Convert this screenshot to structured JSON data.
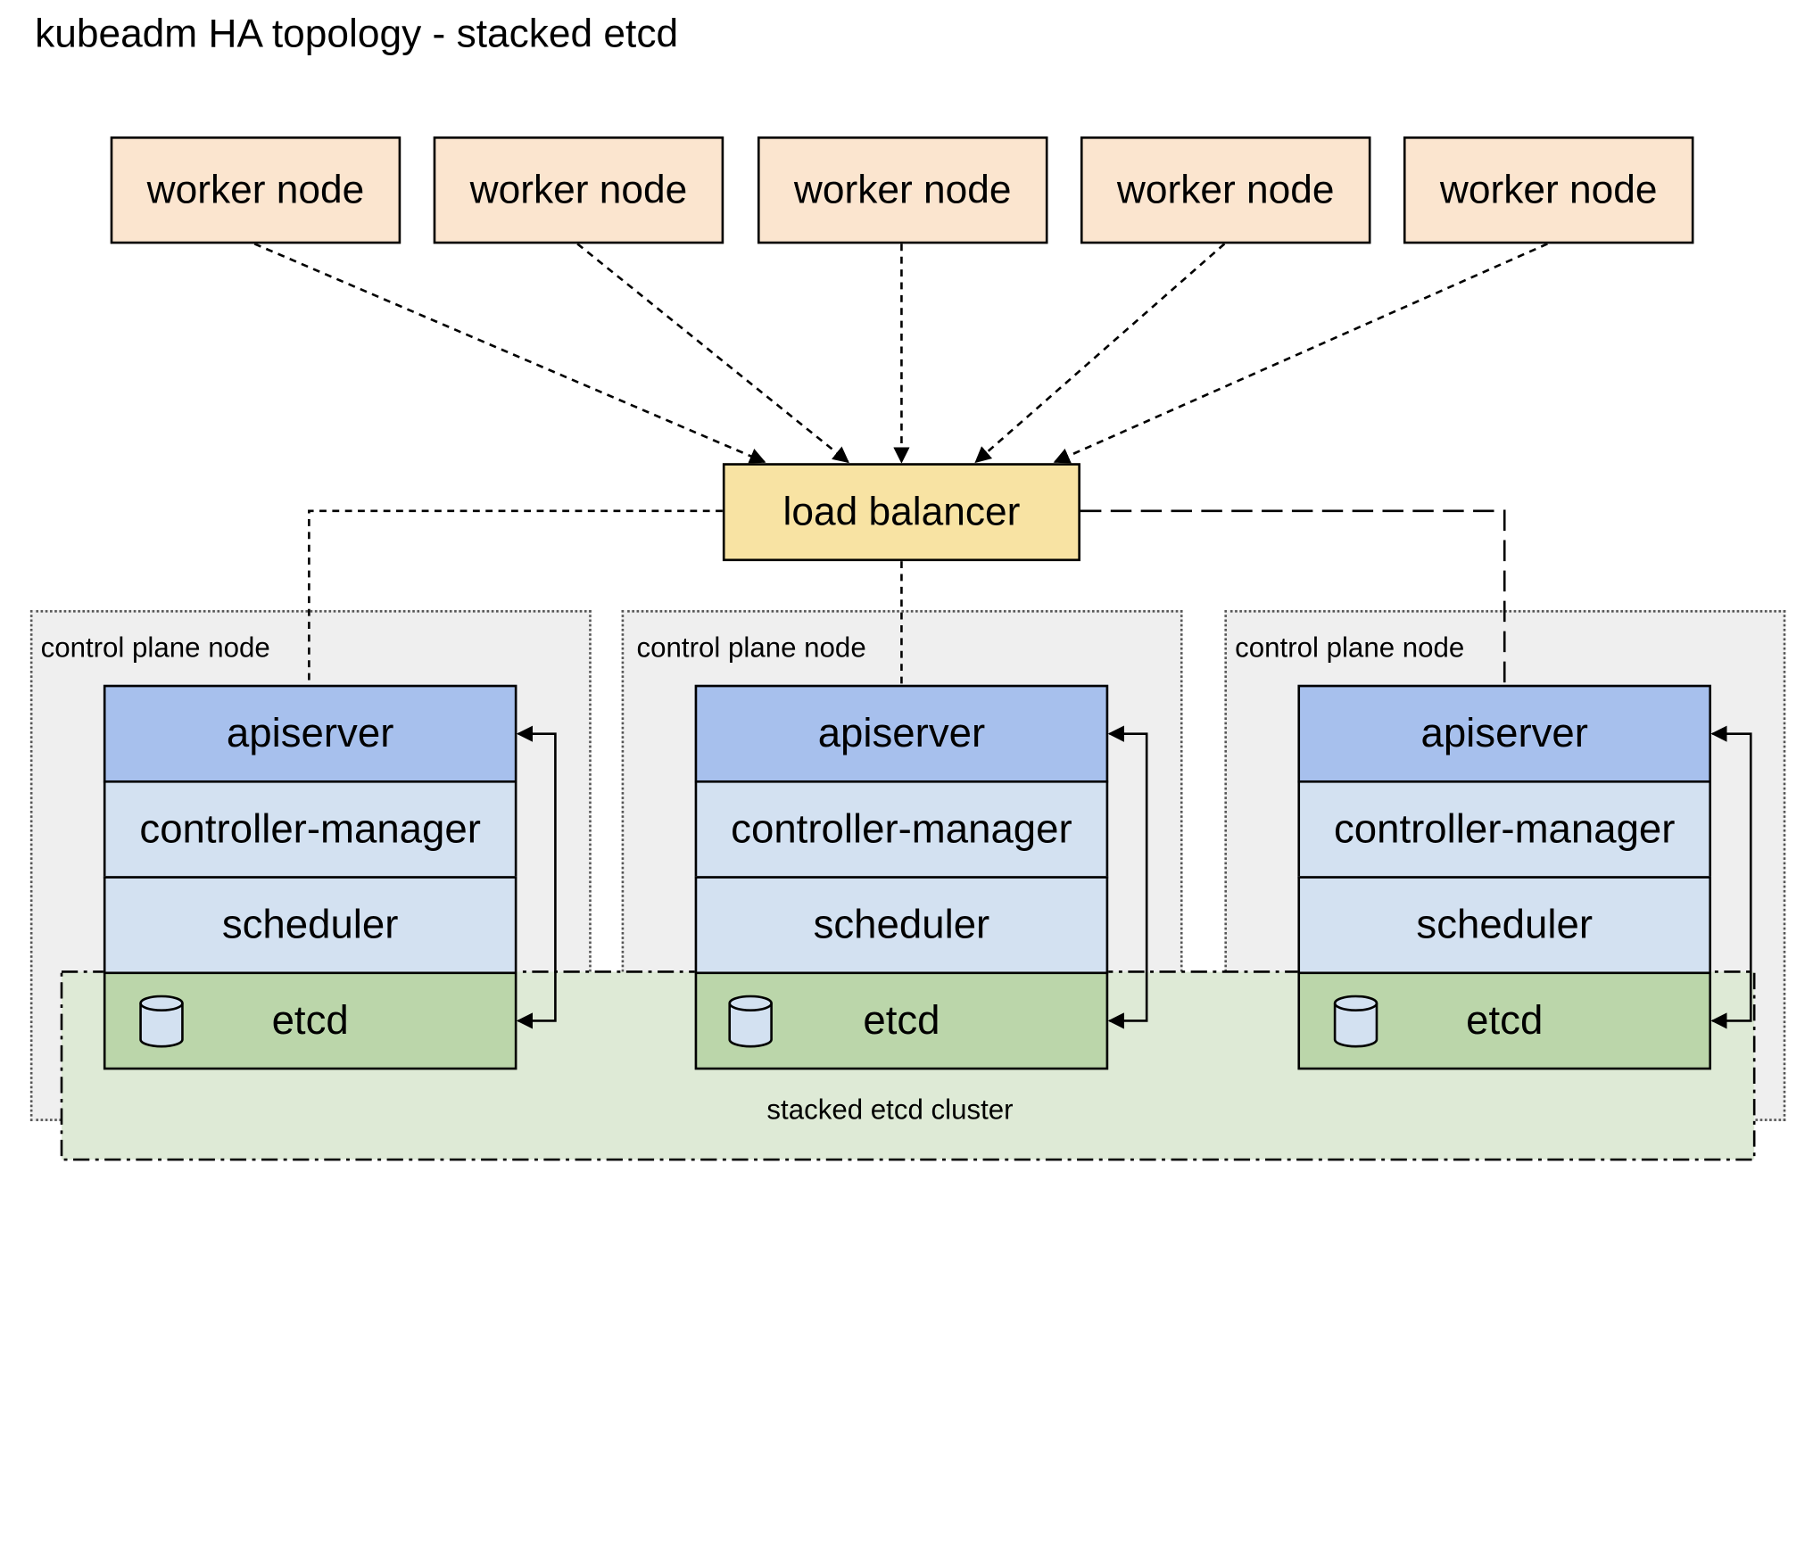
{
  "title": "kubeadm HA topology - stacked etcd",
  "workers": [
    {
      "label": "worker node"
    },
    {
      "label": "worker node"
    },
    {
      "label": "worker node"
    },
    {
      "label": "worker node"
    },
    {
      "label": "worker node"
    }
  ],
  "load_balancer": "load balancer",
  "control_planes": [
    {
      "label": "control plane node",
      "apiserver": "apiserver",
      "controller_manager": "controller-manager",
      "scheduler": "scheduler",
      "etcd": "etcd"
    },
    {
      "label": "control plane node",
      "apiserver": "apiserver",
      "controller_manager": "controller-manager",
      "scheduler": "scheduler",
      "etcd": "etcd"
    },
    {
      "label": "control plane node",
      "apiserver": "apiserver",
      "controller_manager": "controller-manager",
      "scheduler": "scheduler",
      "etcd": "etcd"
    }
  ],
  "etcd_cluster_label": "stacked etcd cluster",
  "colors": {
    "worker": "#fbe5cf",
    "load_balancer": "#f8e3a3",
    "apiserver": "#a7c0ed",
    "controller_scheduler": "#d3e1f1",
    "etcd": "#bbd6aa",
    "etcd_cluster": "#deead6",
    "control_plane_bg": "#efefef"
  }
}
